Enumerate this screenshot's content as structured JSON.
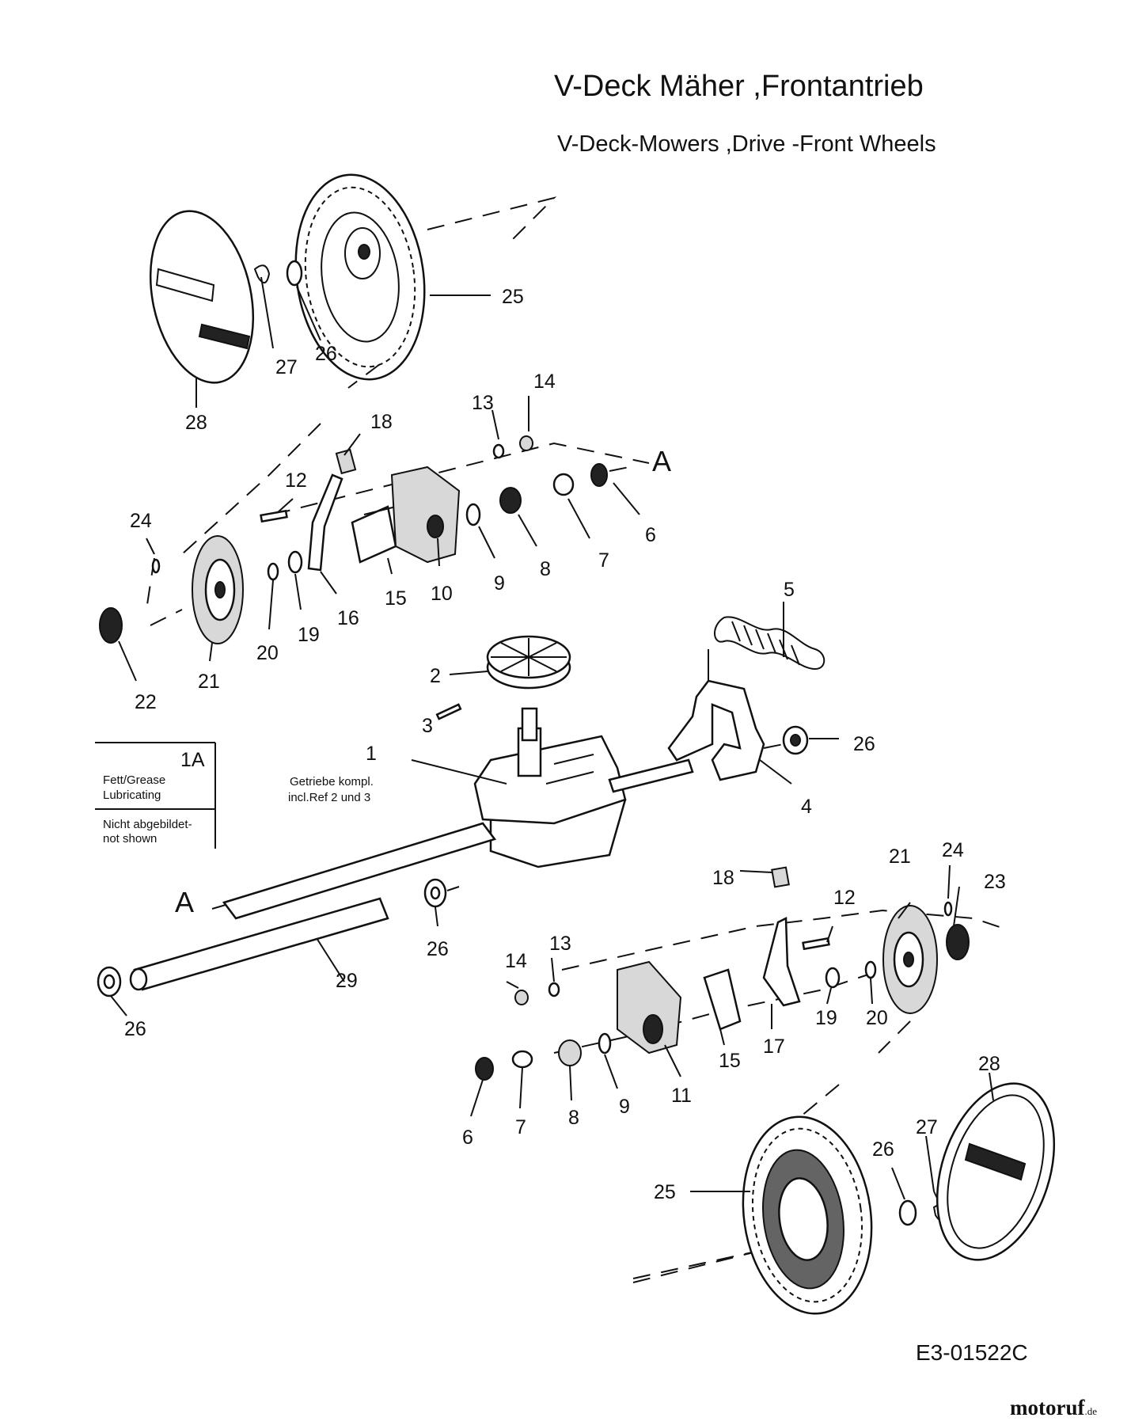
{
  "header": {
    "title_de": "V-Deck Mäher ,Frontantrieb",
    "title_en": "V-Deck-Mowers ,Drive -Front Wheels"
  },
  "legend": {
    "code": "1A",
    "line1": "Fett/Grease",
    "line2": "Lubricating",
    "line3": "Nicht abgebildet-",
    "line4": "not shown"
  },
  "note_part1": {
    "line1": "Getriebe kompl.",
    "line2": "incl.Ref 2 und 3"
  },
  "markers": {
    "a_top": "A",
    "a_bottom": "A"
  },
  "callouts": {
    "c1": "1",
    "c2": "2",
    "c3": "3",
    "c4": "4",
    "c5": "5",
    "c6a": "6",
    "c6b": "6",
    "c7a": "7",
    "c7b": "7",
    "c8a": "8",
    "c8b": "8",
    "c9a": "9",
    "c9b": "9",
    "c10": "10",
    "c11": "11",
    "c12a": "12",
    "c12b": "12",
    "c13a": "13",
    "c13b": "13",
    "c14a": "14",
    "c14b": "14",
    "c15a": "15",
    "c15b": "15",
    "c16": "16",
    "c17": "17",
    "c18a": "18",
    "c18b": "18",
    "c19a": "19",
    "c19b": "19",
    "c20a": "20",
    "c20b": "20",
    "c21a": "21",
    "c21b": "21",
    "c22": "22",
    "c23": "23",
    "c24a": "24",
    "c24b": "24",
    "c25a": "25",
    "c25b": "25",
    "c26a": "26",
    "c26b": "26",
    "c26c": "26",
    "c26d": "26",
    "c26e": "26",
    "c27a": "27",
    "c27b": "27",
    "c28a": "28",
    "c28b": "28",
    "c29": "29"
  },
  "drawing_code": "E3-01522C",
  "watermark": {
    "main": "motoruf",
    "suffix": ".de"
  }
}
